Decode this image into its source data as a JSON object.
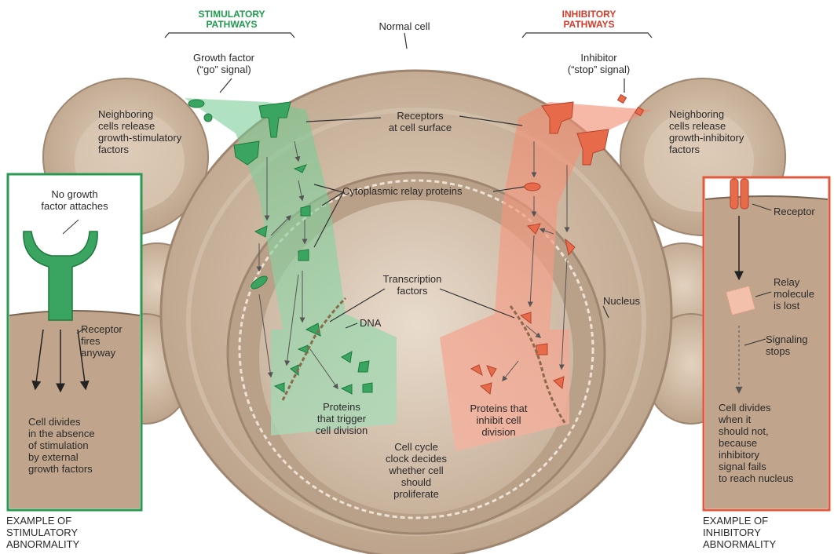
{
  "stimulatory_header": "STIMULATORY\nPATHWAYS",
  "inhibitory_header": "INHIBITORY\nPATHWAYS",
  "normal_cell": "Normal cell",
  "growth_factor": "Growth factor\n(“go” signal)",
  "inhibitor": "Inhibitor\n(“stop” signal)",
  "neighboring_stim": "Neighboring\ncells release\ngrowth-stimulatory\nfactors",
  "neighboring_inhib": "Neighboring\ncells release\ngrowth-inhibitory\nfactors",
  "receptors": "Receptors\nat cell surface",
  "relay_proteins": "Cytoplasmic relay proteins",
  "transcription_factors": "Transcription\nfactors",
  "dna": "DNA",
  "nucleus": "Nucleus",
  "proteins_trigger": "Proteins\nthat trigger\ncell division",
  "proteins_inhibit": "Proteins that\ninhibit cell\ndivision",
  "cell_cycle_clock": "Cell cycle\nclock decides\nwhether cell\nshould\nproliferate",
  "left_panel": {
    "no_growth_factor": "No growth\nfactor attaches",
    "receptor_fires": "Receptor\nfires\nanyway",
    "cell_divides": "Cell divides\nin the absence\nof stimulation\nby external\ngrowth factors",
    "caption": "EXAMPLE OF\nSTIMULATORY\nABNORMALITY"
  },
  "right_panel": {
    "receptor": "Receptor",
    "relay_lost": "Relay\nmolecule\nis lost",
    "signaling_stops": "Signaling\nstops",
    "cell_divides": "Cell divides\nwhen it\nshould not,\nbecause\ninhibitory\nsignal fails\nto reach nucleus",
    "caption": "EXAMPLE OF\nINHIBITORY\nABNORMALITY"
  },
  "colors": {
    "green": "#1f9a4f",
    "red": "#d63a2a",
    "cell": "#c9b29b",
    "cell_dark": "#a88f77"
  }
}
